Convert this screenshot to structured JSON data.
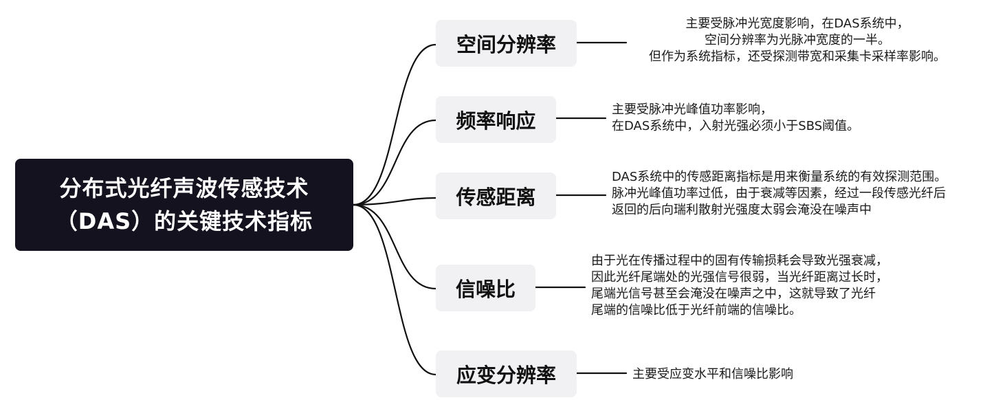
{
  "root": {
    "line1": "分布式光纤声波传感技术",
    "line2": "（DAS）的关键技术指标"
  },
  "branches": [
    {
      "label": "空间分辨率",
      "desc": [
        "主要受脉冲光宽度影响，在DAS系统中，",
        "空间分辨率为光脉冲宽度的一半。",
        "但作为系统指标，还受探测带宽和采集卡采样率影响。"
      ]
    },
    {
      "label": "频率响应",
      "desc": [
        "主要受脉冲光峰值功率影响，",
        "在DAS系统中，入射光强必须小于SBS阈值。"
      ]
    },
    {
      "label": "传感距离",
      "desc": [
        "DAS系统中的传感距离指标是用来衡量系统的有效探测范围。",
        "脉冲光峰值功率过低，由于衰减等因素，经过一段传感光纤后",
        "返回的后向瑞利散射光强度太弱会淹没在噪声中"
      ]
    },
    {
      "label": "信噪比",
      "desc": [
        "由于光在传播过程中的固有传输损耗会导致光强衰减，",
        "因此光纤尾端处的光强信号很弱，当光纤距离过长时，",
        "尾端光信号甚至会淹没在噪声之中，这就导致了光纤",
        "尾端的信噪比低于光纤前端的信噪比。"
      ]
    },
    {
      "label": "应变分辨率",
      "desc": [
        "主要受应变水平和信噪比影响"
      ]
    }
  ]
}
